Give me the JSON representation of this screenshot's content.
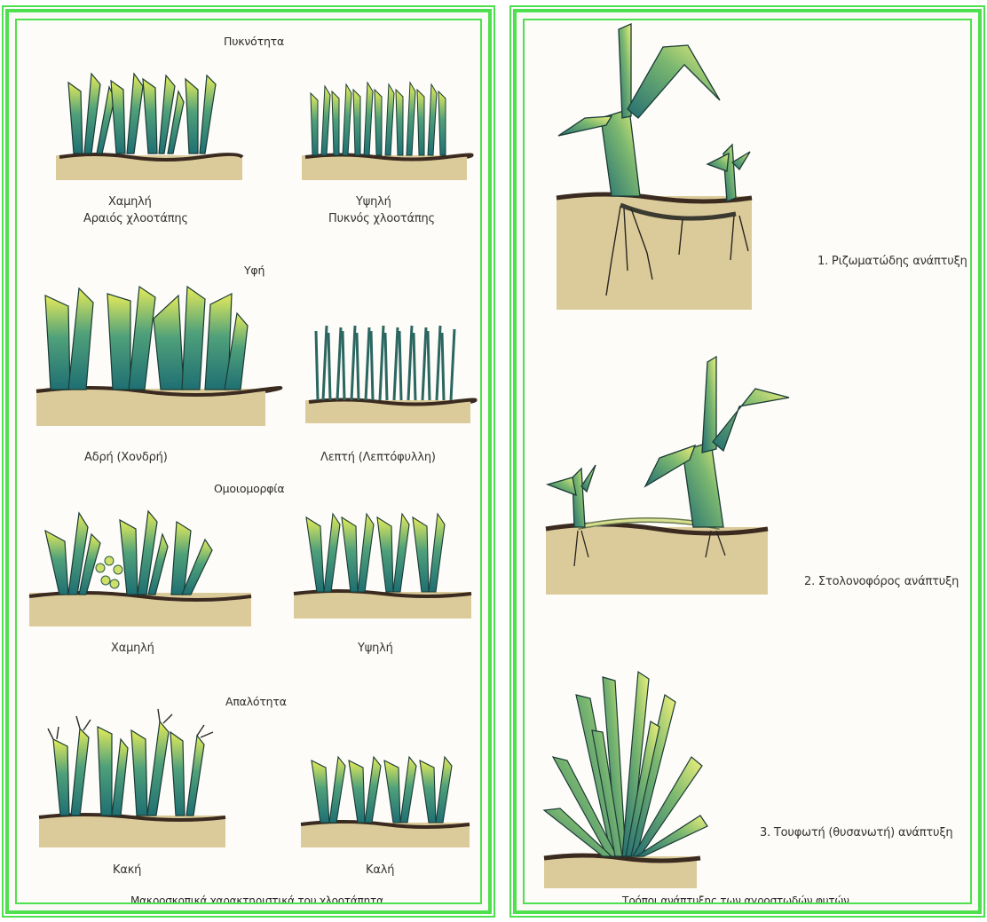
{
  "left_panel": {
    "density": {
      "heading": "Πυκνότητα",
      "low_line1": "Χαμηλή",
      "low_line2": "Αραιός χλοοτάπης",
      "high_line1": "Υψηλή",
      "high_line2": "Πυκνός χλοοτάπης"
    },
    "texture": {
      "heading": "Υφή",
      "coarse": "Αδρή (Χονδρή)",
      "fine": "Λεπτή (Λεπτόφυλλη)"
    },
    "uniformity": {
      "heading": "Ομοιομορφία",
      "low": "Χαμηλή",
      "high": "Υψηλή"
    },
    "softness": {
      "heading": "Απαλότητα",
      "bad": "Κακή",
      "good": "Καλή"
    },
    "caption": "Μακροσκοπικά χαρακτηριστικά του χλοοτάπητα"
  },
  "right_panel": {
    "growth_types": [
      {
        "label": "1. Ριζωματώδης ανάπτυξη"
      },
      {
        "label": "2. Στολονοφόρος ανάπτυξη"
      },
      {
        "label": "3. Τουφωτή (θυσανωτή) ανάπτυξη"
      }
    ],
    "caption": "Τρόποι ανάπτυξης των αγροστωδών φυτών"
  },
  "colors": {
    "frame": "#4ee04e",
    "soil": "#dccb9a",
    "leaf_dark": "#2a7c70",
    "leaf_light": "#e2e85a"
  }
}
